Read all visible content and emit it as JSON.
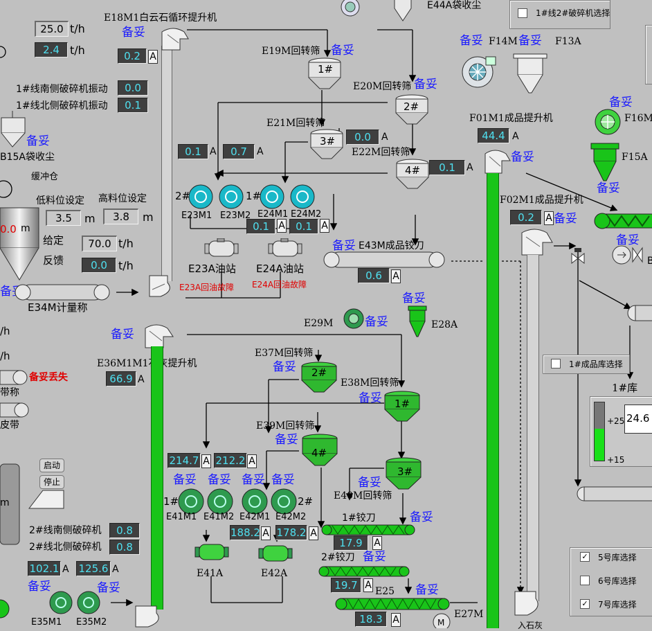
{
  "labels": {
    "e18m1": "E18M1白云石循环提升机",
    "e19m": "E19M回转筛",
    "e20m": "E20M回转筛",
    "e21m": "E21M回转筛",
    "e22m": "E22M回转筛",
    "e44a": "E44A袋收尘",
    "f14m": "F14M",
    "f13a": "F13A",
    "f16m": "F16M",
    "f15a": "F15A",
    "f01m1": "F01M1成品提升机",
    "f02m1": "F02M1成品提升机",
    "vib_s": "1#线南侧破碎机振动",
    "vib_n": "1#线北侧破碎机振动",
    "b15a": "B15A袋收尘",
    "buffer": "缓冲仓",
    "low_set": "低料位设定",
    "high_set": "高料位设定",
    "given": "给定",
    "feedback": "反馈",
    "e34m": "E34M计量称",
    "e23m1": "E23M1",
    "e23m2": "E23M2",
    "e24m1": "E24M1",
    "e24m2": "E24M2",
    "no2_a": "2#",
    "no1_a": "1#",
    "e23a": "E23A油站",
    "e24a": "E24A油站",
    "e43m": "E43M成品铰刀",
    "e29m": "E29M",
    "e28a": "E28A",
    "e36m1": "E36M1M1石灰提升机",
    "e37m": "E37M回转筛",
    "e38m": "E38M回转筛",
    "e39m": "E39M回转筛",
    "e40m": "E40M回转筛",
    "e41m1": "E41M1",
    "e41m2": "E41M2",
    "e42m1": "E42M1",
    "e42m2": "E42M2",
    "no1_b": "1#",
    "no2_b": "2#",
    "e41a": "E41A",
    "e42a": "E42A",
    "auger1": "1#铰刀",
    "auger2": "2#铰刀",
    "e25": "E25",
    "e27m": "E27M",
    "e35m1": "E35M1",
    "e35m2": "E35M2",
    "crush2_s": "2#线南侧破碎机",
    "crush2_n": "2#线北侧破碎机",
    "lib1": "1#库",
    "frag_h1": "/h",
    "frag_h2": "/h",
    "frag_belt1": "带称",
    "frag_belt2": "皮带",
    "frag_m": "m",
    "frag_b": "B",
    "frag_bottom": "入石灰"
  },
  "units": {
    "th": "t/h",
    "A": "A",
    "m": "m"
  },
  "ready_text": "备妥",
  "ready_lost": "备妥丢失",
  "faults": {
    "e23a": "E23A回油故障",
    "e24a": "E24A回油故障"
  },
  "screens": {
    "s1": "1#",
    "s2": "2#",
    "s3": "3#",
    "s4": "4#"
  },
  "screens_b": {
    "s1": "1#",
    "s2": "2#",
    "s3": "3#",
    "s4": "4#"
  },
  "values": {
    "top_set1": "25.0",
    "top_set2": "2.4",
    "e18_current": "0.2",
    "vib_s": "0.0",
    "vib_n": "0.1",
    "e21_current": "0.0",
    "e22_current": "0.1",
    "c1": "0.1",
    "c2": "0.7",
    "e23m": "0.1",
    "e24m": "0.1",
    "f01_current": "44.4",
    "f02_current": "0.2",
    "low_set": "3.5",
    "high_set": "3.8",
    "given": "70.0",
    "feedback": "0.0",
    "buffer_level": "0.0",
    "e43_current": "0.6",
    "e36_current": "66.9",
    "e41_a": "214.7",
    "e41_b": "212.2",
    "e42_a": "188.2",
    "e42_b": "178.2",
    "auger1": "17.9",
    "auger2": "19.7",
    "e25": "18.3",
    "crush2_s": "0.8",
    "crush2_n": "0.8",
    "e35_a": "102.1",
    "e35_b": "125.6",
    "lib1_level": "24.6"
  },
  "gauge": {
    "tick_high": "+25",
    "tick_low": "+15",
    "fill_fraction": 0.55
  },
  "checkboxes": {
    "line2_crusher": {
      "label": "1#线2#破碎机选择",
      "checked": false
    },
    "lib1_select": {
      "label": "1#成品库选择",
      "checked": false
    },
    "lib5": {
      "label": "5号库选择",
      "checked": true
    },
    "lib6": {
      "label": "6号库选择",
      "checked": false
    },
    "lib7": {
      "label": "7号库选择",
      "checked": true
    }
  },
  "buttons": {
    "start": "启动",
    "stop": "停止"
  },
  "colors": {
    "background": "#c0c0c0",
    "running_green": "#19c419",
    "ready_blue": "#1a1aff",
    "fault_red": "#e00000",
    "value_bg": "#3f3f3f",
    "value_fg": "#4fe0f0"
  },
  "icons": {
    "elevator_head": "elevator-head-icon",
    "rotary_screen": "rotary-screen-hopper-icon",
    "crusher_roll": "crusher-roll-icon",
    "oil_station": "oil-station-tank-icon",
    "fan": "centrifugal-fan-icon",
    "dust_collector": "bag-dust-collector-icon",
    "conveyor": "belt-conveyor-icon",
    "screw": "screw-conveyor-icon",
    "valve": "valve-icon",
    "silo": "silo-cone-icon"
  }
}
